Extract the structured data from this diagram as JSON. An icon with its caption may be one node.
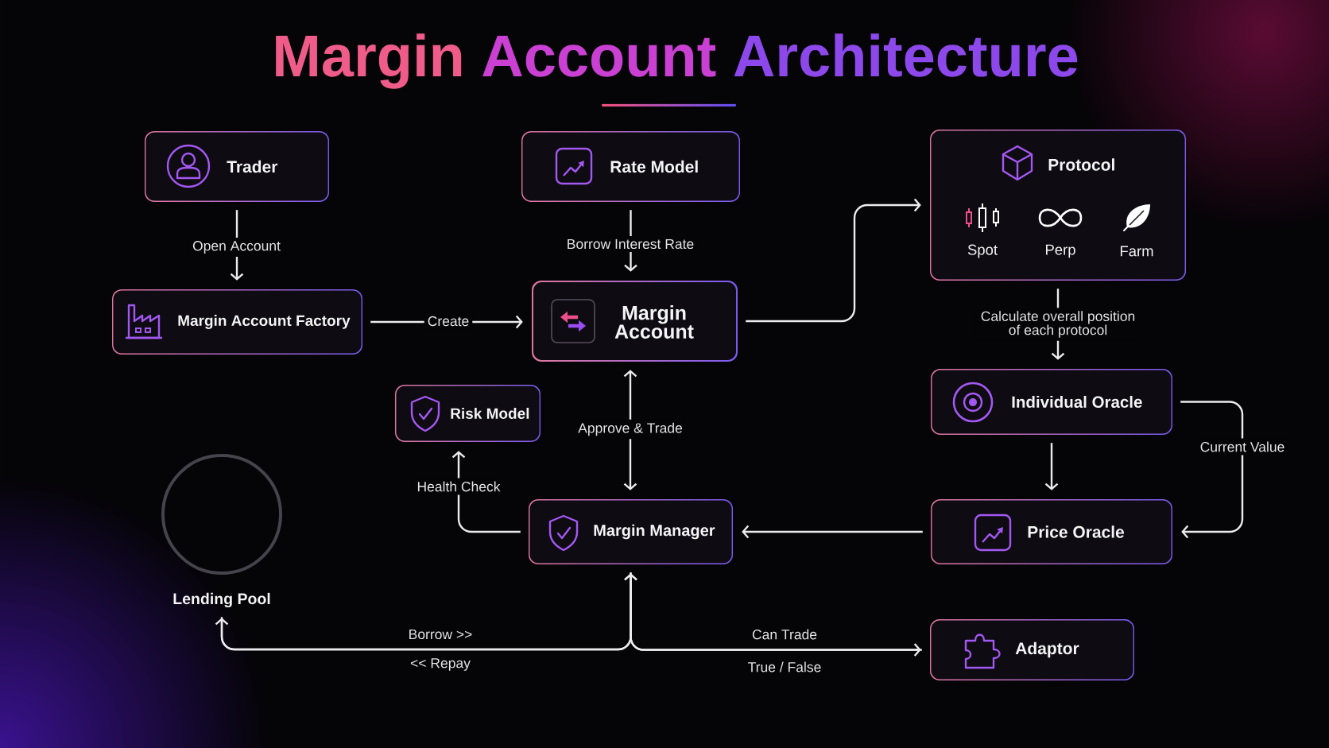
{
  "diagram": {
    "title": "Margin Account Architecture",
    "nodes": [
      {
        "text": [
          "Trader"
        ]
      },
      {
        "text": [
          "Rate Model"
        ]
      },
      {
        "text": [
          "Protocol",
          "Spot",
          "Perp",
          "Farm"
        ]
      },
      {
        "text": [
          "Margin Account Factory"
        ]
      },
      {
        "text": [
          "Margin Account"
        ]
      },
      {
        "text": [
          "Risk Model"
        ]
      },
      {
        "text": [
          "Individual Oracle"
        ]
      },
      {
        "text": [
          "Lending Pool"
        ]
      },
      {
        "text": [
          "Margin Manager"
        ]
      },
      {
        "text": [
          "Price Oracle"
        ]
      },
      {
        "text": [
          "Adaptor"
        ]
      }
    ],
    "edges": [
      {
        "from": 0,
        "to": 3,
        "arrow": "to",
        "label": "Open Account"
      },
      {
        "from": 1,
        "to": 4,
        "arrow": "to",
        "label": "Borrow Interest Rate"
      },
      {
        "from": 3,
        "to": 4,
        "arrow": "to",
        "label": "Create"
      },
      {
        "from": 4,
        "to": 2,
        "arrow": "to"
      },
      {
        "from": 2,
        "to": 6,
        "arrow": "to",
        "label": "Calculate overall position of each protocol"
      },
      {
        "from": 4,
        "to": 8,
        "arrow": "both",
        "label": "Approve & Trade"
      },
      {
        "from": 8,
        "to": 5,
        "arrow": "to",
        "label": "Health Check"
      },
      {
        "from": 6,
        "to": 9,
        "arrow": "to"
      },
      {
        "from": 6,
        "to": 9,
        "arrow": "to",
        "label": "Current Value"
      },
      {
        "from": 9,
        "to": 8,
        "arrow": "to"
      },
      {
        "from": 7,
        "to": 8,
        "arrow": "to",
        "label": "Borrow >>"
      },
      {
        "from": 8,
        "to": 7,
        "arrow": "to",
        "label": "<< Repay"
      },
      {
        "from": 8,
        "to": 10,
        "arrow": "to",
        "label": "Can Trade"
      },
      {
        "from": 10,
        "to": 8,
        "arrow": "to",
        "label": "True / False"
      }
    ]
  }
}
